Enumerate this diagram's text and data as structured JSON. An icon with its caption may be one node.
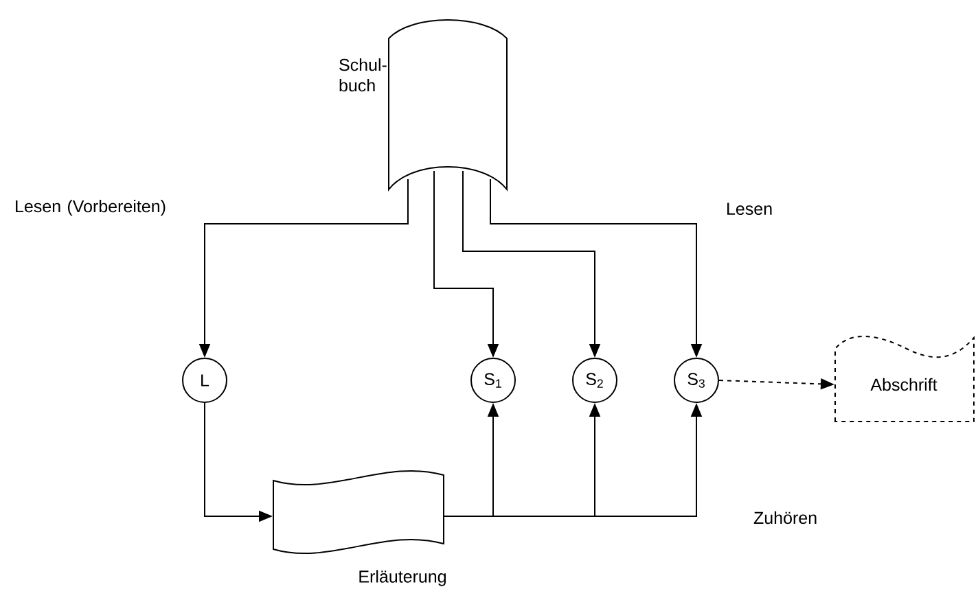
{
  "diagram": {
    "nodes": [
      {
        "text": [
          "Schul- buch"
        ]
      },
      {
        "text": [
          "L"
        ]
      },
      {
        "text": [
          "S$_{1}$"
        ]
      },
      {
        "text": [
          "S$_{2}$"
        ]
      },
      {
        "text": [
          "S$_{3}$"
        ]
      },
      {
        "text": [
          "Abschrift"
        ]
      },
      {
        "text": [
          "Erläuterung"
        ]
      }
    ],
    "edges": [
      {
        "from": 0,
        "to": 1,
        "arrow": "to",
        "label": "Lesen (Vorbereiten)"
      },
      {
        "from": 0,
        "to": 2,
        "arrow": "to"
      },
      {
        "from": 0,
        "to": 3,
        "arrow": "to"
      },
      {
        "from": 0,
        "to": 4,
        "arrow": "to",
        "label": "Lesen"
      },
      {
        "from": 4,
        "to": 5,
        "arrow": "to",
        "style": "dashed"
      },
      {
        "from": 1,
        "to": 6,
        "arrow": "to"
      },
      {
        "from": 6,
        "to": 2,
        "arrow": "to"
      },
      {
        "from": 6,
        "to": 3,
        "arrow": "to"
      },
      {
        "from": 6,
        "to": 4,
        "arrow": "to",
        "label": "Zuhören"
      }
    ]
  }
}
